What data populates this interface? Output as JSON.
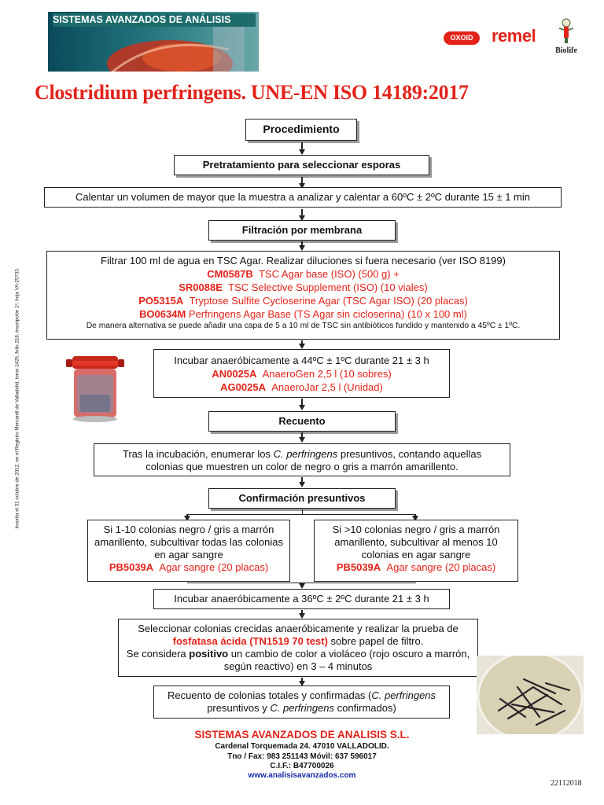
{
  "header": {
    "banner_title": "SISTEMAS AVANZADOS DE ANÁLISIS",
    "logo_oxoid": "OXOID",
    "logo_remel": "remel",
    "logo_biolife": "Biolife"
  },
  "title": "Clostridium perfringens. UNE-EN ISO 14189:2017",
  "side_text": "Inscrita el 31 octubre de 2012, en el Registro Mercantil de Valladolid,  tomo 1429, folio 218, inscripción 1ª, hoja VA-25733.",
  "steps": {
    "procedimiento": "Procedimiento",
    "pretratamiento": "Pretratamiento para seleccionar esporas",
    "calentar": "Calentar un volumen de mayor que la muestra a analizar y calentar a 60ºC ± 2ºC  durante 15 ± 1 min",
    "filtracion": "Filtración por membrana",
    "filtrar": {
      "line1": "Filtrar 100 ml de agua en TSC Agar. Realizar diluciones si fuera necesario (ver ISO 8199)",
      "items": [
        {
          "code": "CM0587B",
          "text": "TSC Agar base (ISO)  (500 g)  +"
        },
        {
          "code": "SR0088E",
          "text": "TSC Selective Supplement (ISO)  (10 viales)"
        },
        {
          "code": "PO5315A",
          "text": "Tryptose Sulfite Cycloserine Agar (TSC Agar ISO) (20 placas)"
        },
        {
          "code": "BO0634M",
          "text": "Perfringens Agar Base (TS Agar sin cicloserina) (10 x 100 ml)"
        }
      ],
      "note": "De manera alternativa se puede añadir una capa de 5 a 10 ml de TSC sin antibióticos fundido  y mantenido a 45ºC ± 1ºC."
    },
    "incubar1": {
      "line1": "Incubar anaeróbicamente a 44ºC ± 1ºC  durante 21 ± 3 h",
      "items": [
        {
          "code": "AN0025A",
          "text": "AnaeroGen 2,5 l (10 sobres)"
        },
        {
          "code": "AG0025A",
          "text": "AnaeroJar 2,5 l (Unidad)"
        }
      ]
    },
    "recuento": "Recuento",
    "tras": {
      "pre": "Tras la incubación, enumerar los ",
      "ital": "C. perfringens",
      "post": " presuntivos, contando aquellas colonias que muestren un color de negro o gris a marrón amarillento."
    },
    "confirmacion": "Confirmación presuntivos",
    "left_branch": {
      "text": "Si 1-10 colonias negro / gris a marrón amarillento, subcultivar todas las colonias en agar sangre",
      "code": "PB5039A",
      "product": "Agar sangre (20 placas)"
    },
    "right_branch": {
      "text": "Si >10 colonias negro / gris a marrón amarillento, subcultivar al menos 10 colonias en agar sangre",
      "code": "PB5039A",
      "product": "Agar sangre (20 placas)"
    },
    "incubar2": "Incubar anaeróbicamente a 36ºC ± 2ºC  durante 21 ± 3 h",
    "seleccionar": {
      "pre": "Seleccionar colonias crecidas anaeróbicamente y realizar la prueba de ",
      "red": "fosfatasa ácida (TN1519 70 test)",
      "post": " sobre papel de filtro.",
      "line2_pre": "Se considera ",
      "line2_bold": "positivo",
      "line2_post": " un cambio de color a violáceo (rojo oscuro a marrón, según reactivo) en 3 – 4 minutos"
    },
    "recuento_final": {
      "pre": "Recuento de colonias totales y confirmadas (",
      "ital1": "C. perfringens",
      "mid": " presuntivos y ",
      "ital2": "C. perfringens",
      "post": " confirmados)"
    }
  },
  "footer": {
    "company": "SISTEMAS AVANZADOS DE ANALISIS S.L.",
    "address": "Cardenal Torquemada 24. 47010 VALLADOLID.",
    "phones": "Tno / Fax: 983 251143 Móvil: 637 596017",
    "cif": "C.I.F.: B47700026",
    "web": "www.analisisavanzados.com",
    "doc_code": "22112018"
  },
  "colors": {
    "red": "#e2231a",
    "web_blue": "#1a2aa8"
  }
}
